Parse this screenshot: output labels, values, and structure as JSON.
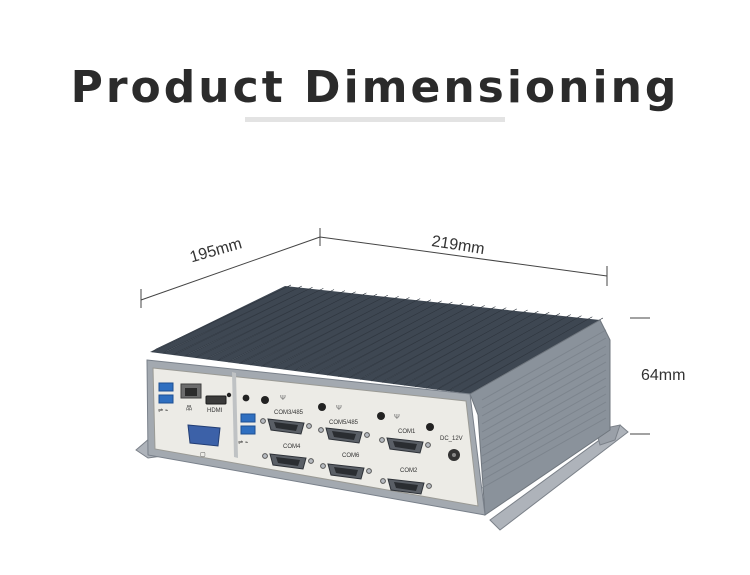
{
  "title": "Product Dimensioning",
  "dimensions": {
    "depth": "195mm",
    "width": "219mm",
    "height": "64mm"
  },
  "panel_labels": {
    "com3": "COM3/485",
    "com5": "COM5/485",
    "com1": "COM1",
    "com4": "COM4",
    "com6": "COM6",
    "com2": "COM2",
    "power": "DC_12V"
  },
  "colors": {
    "heatsink": "#4a5461",
    "body": "#8e959e",
    "panel": "#ecebe6",
    "port_blue": "#2f6fc0",
    "title": "#2b2b2b"
  },
  "icons": [
    "usb-icon",
    "lan-icon",
    "hdmi-icon",
    "vga-icon",
    "serial-port-icon",
    "power-jack-icon",
    "antenna-icon"
  ]
}
